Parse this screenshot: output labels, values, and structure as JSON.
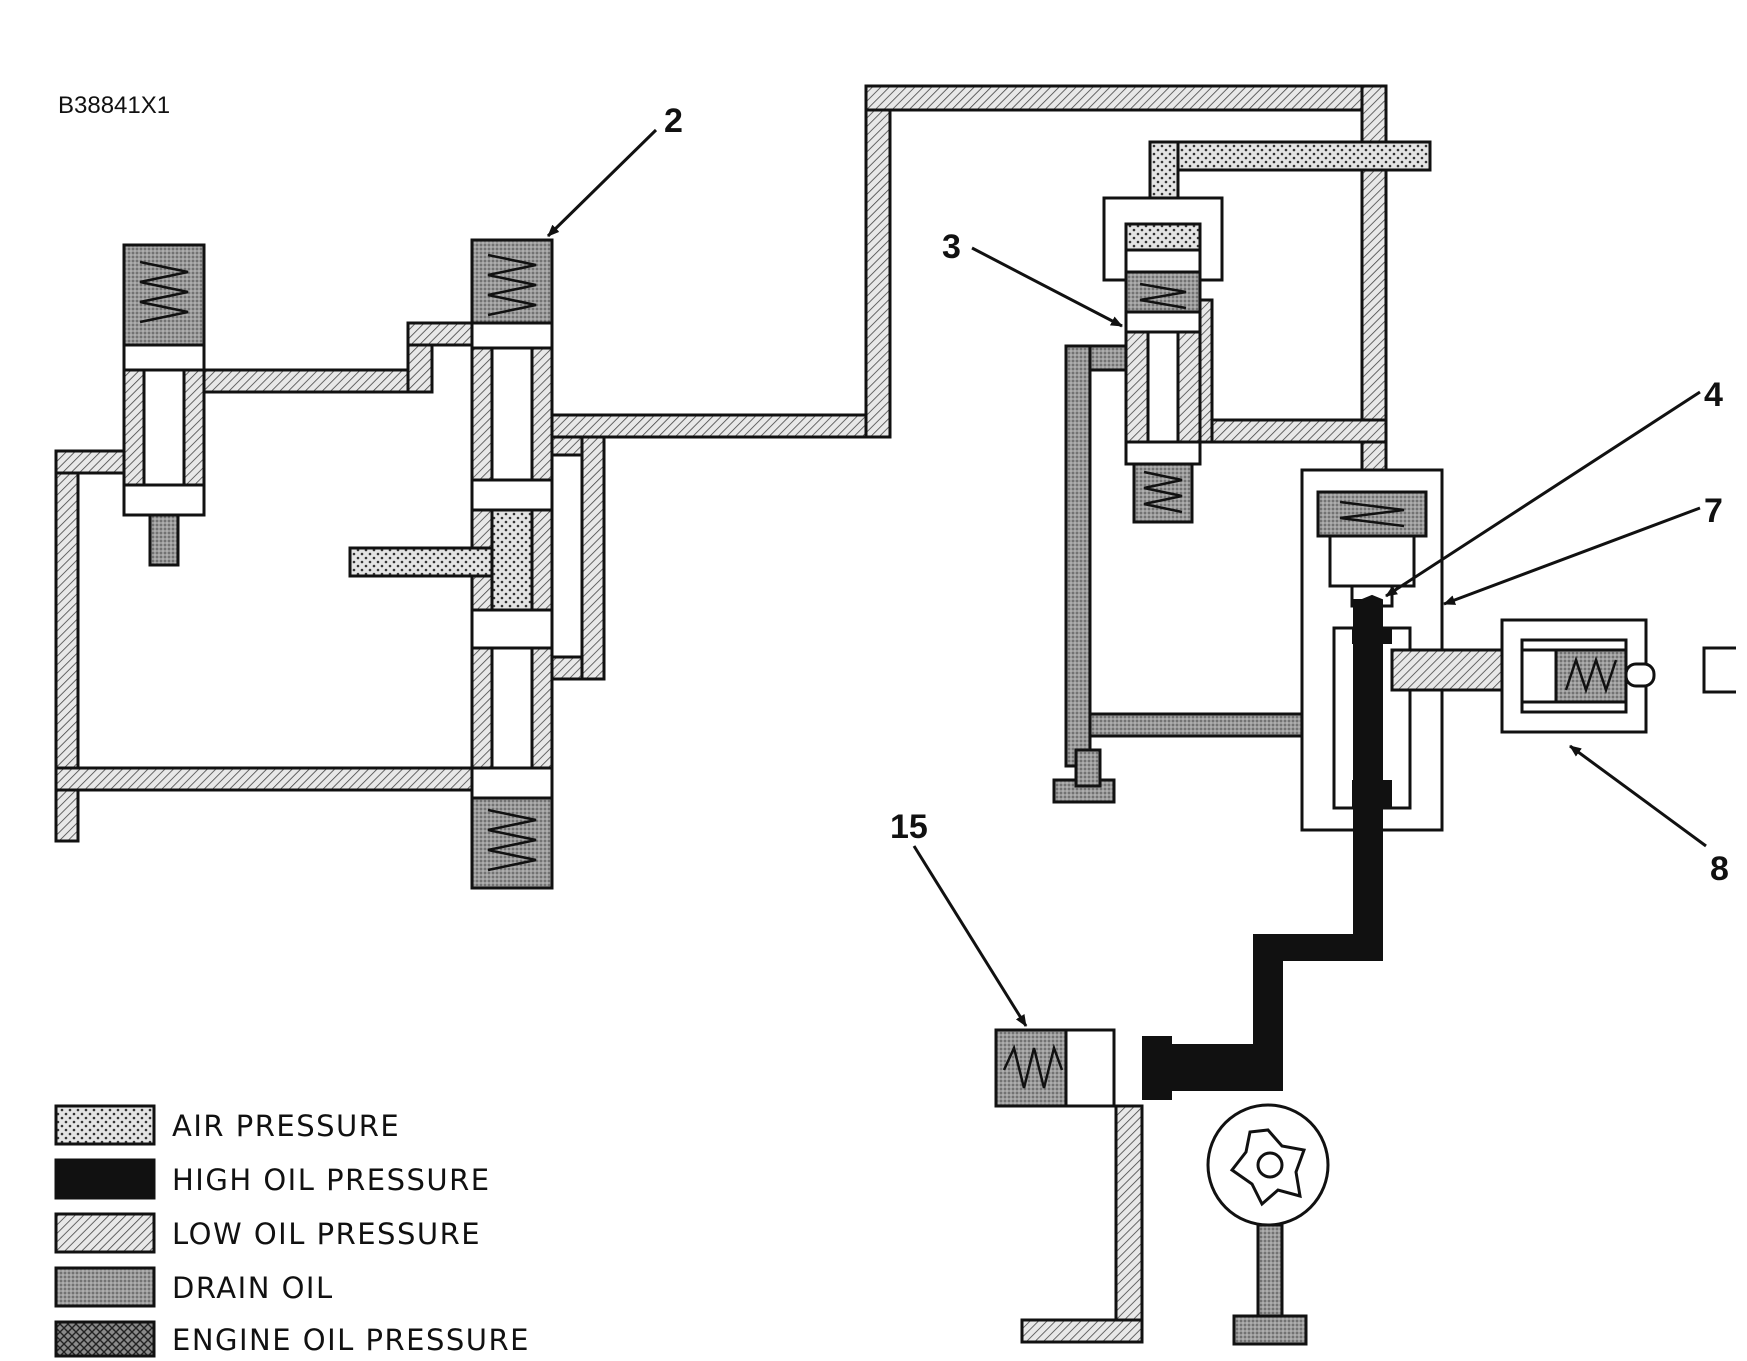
{
  "figure_id": "B38841X1",
  "callouts": {
    "c2": "2",
    "c3": "3",
    "c4": "4",
    "c7": "7",
    "c8": "8",
    "c15": "15"
  },
  "legend": [
    {
      "label": "AIR PRESSURE",
      "pattern": "air"
    },
    {
      "label": "HIGH OIL PRESSURE",
      "pattern": "high"
    },
    {
      "label": "LOW OIL PRESSURE",
      "pattern": "low"
    },
    {
      "label": "DRAIN OIL",
      "pattern": "drain"
    },
    {
      "label": "ENGINE OIL PRESSURE",
      "pattern": "engine"
    }
  ],
  "colors": {
    "ink": "#111111",
    "paper": "#ffffff"
  }
}
